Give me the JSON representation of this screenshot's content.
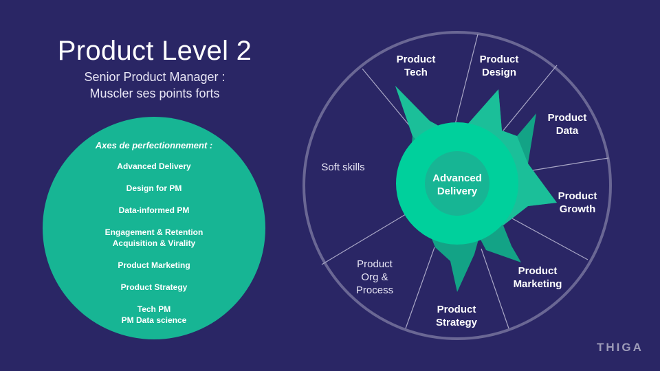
{
  "header": {
    "title": "Product Level 2",
    "subtitle_line1": "Senior Product Manager :",
    "subtitle_line2": "Muscler ses points forts"
  },
  "axes": {
    "heading": "Axes de perfectionnement :",
    "items": [
      [
        "Advanced Delivery"
      ],
      [
        "Design for PM"
      ],
      [
        "Data-informed PM"
      ],
      [
        "Engagement & Retention",
        "Acquisition & Virality"
      ],
      [
        "Product Marketing"
      ],
      [
        "Product Strategy"
      ],
      [
        "Tech PM",
        "PM Data science"
      ]
    ]
  },
  "wheel": {
    "center_label": [
      "Advanced",
      "Delivery"
    ],
    "segments": [
      {
        "label": [
          "Product",
          "Tech"
        ],
        "bold": true
      },
      {
        "label": [
          "Product",
          "Design"
        ],
        "bold": true
      },
      {
        "label": [
          "Product",
          "Data"
        ],
        "bold": true
      },
      {
        "label": [
          "Product",
          "Growth"
        ],
        "bold": true
      },
      {
        "label": [
          "Product",
          "Marketing"
        ],
        "bold": true
      },
      {
        "label": [
          "Product",
          "Strategy"
        ],
        "bold": true
      },
      {
        "label": [
          "Product",
          "Org  &",
          "Process"
        ],
        "bold": false
      },
      {
        "label": [
          "Soft skills"
        ],
        "bold": false
      }
    ]
  },
  "colors": {
    "background": "#2a2665",
    "teal_light": "#00d09c",
    "teal": "#17b594",
    "teal_dark": "#13a386",
    "ring": "#6a6794"
  },
  "logo": "THIGA"
}
